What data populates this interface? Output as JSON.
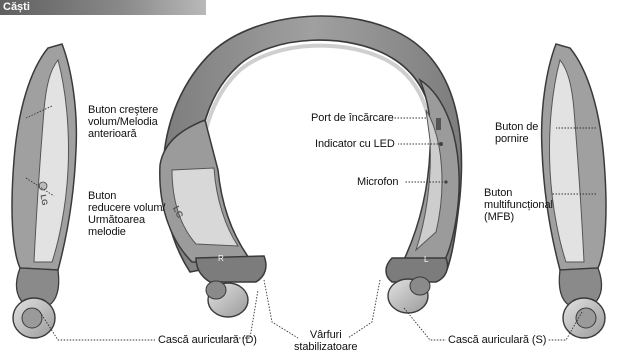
{
  "header": {
    "title": "Căști"
  },
  "logo": {
    "brand_text": "LG"
  },
  "band": {
    "mark_right": "R",
    "mark_left": "L"
  },
  "labels": {
    "vol_up": [
      "Buton creştere",
      "volum/Melodia",
      "anterioară"
    ],
    "vol_down": [
      "Buton",
      "reducere volum/",
      "Următoarea",
      "melodie"
    ],
    "charging_port": "Port de încărcare",
    "led_indicator": "Indicator cu LED",
    "microphone": "Microfon",
    "power_button": [
      "Buton de",
      "pornire"
    ],
    "mfb": [
      "Buton",
      "multifuncțional",
      "(MFB)"
    ],
    "earbud_right": "Cască auriculară (D)",
    "stabilizer_tips": [
      "Vârfuri",
      "stabilizatoare"
    ],
    "earbud_left": "Cască auriculară (S)"
  },
  "colors": {
    "band_dark": "#8c8c8c",
    "band_light": "#d6d6d6",
    "band_outline": "#3a3a3a",
    "earbud": "#bdbdbd",
    "header_bar": "#6e6e6e"
  }
}
